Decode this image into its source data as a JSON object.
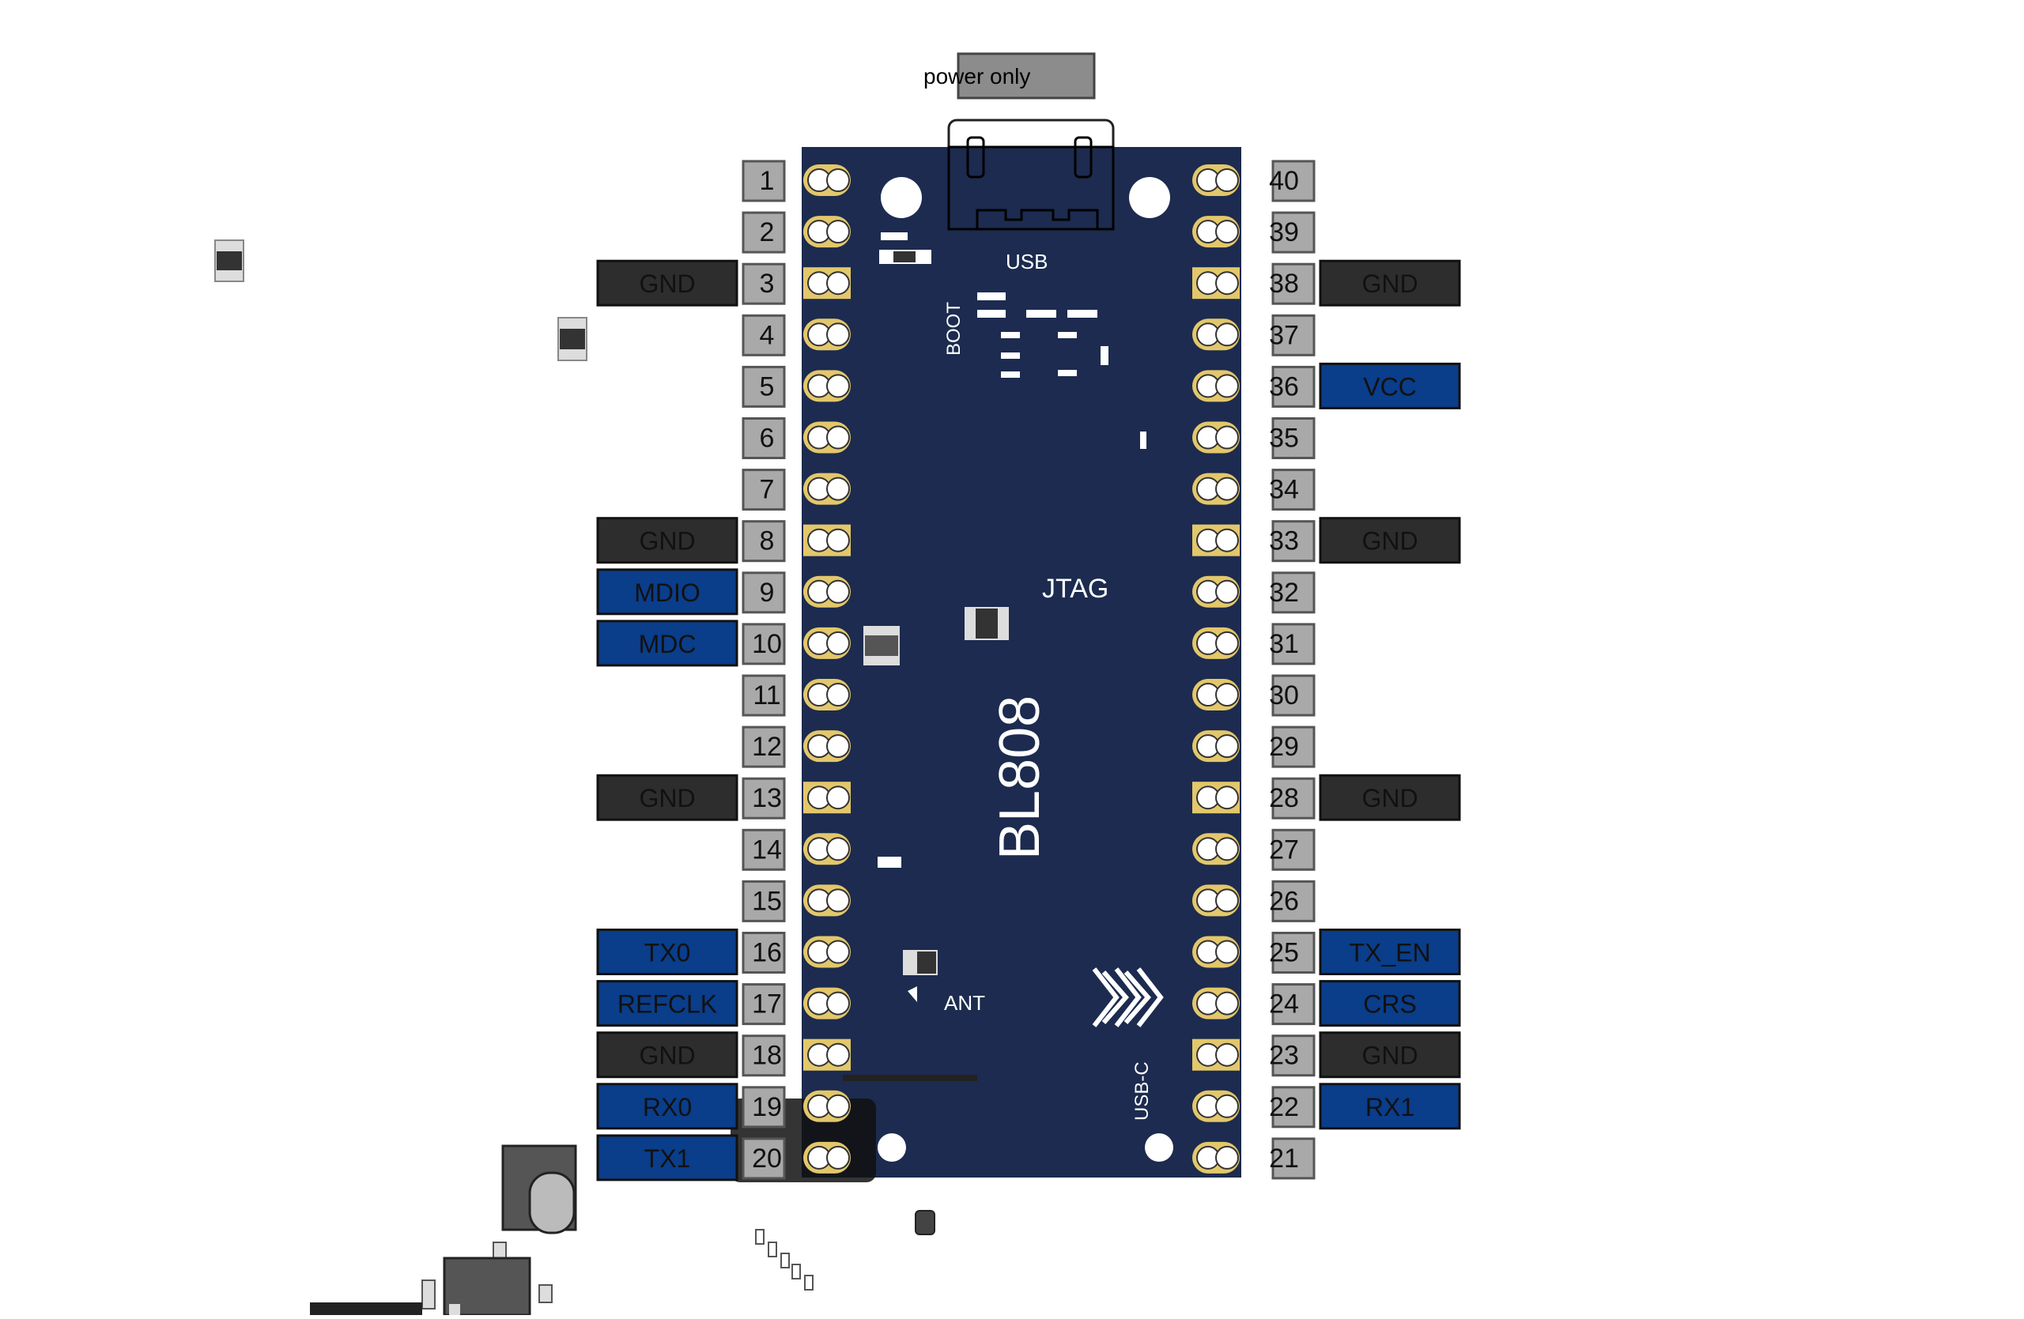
{
  "board": {
    "name": "BL808",
    "labels": {
      "usb": "USB",
      "boot": "BOOT",
      "jtag": "JTAG",
      "ant": "ANT",
      "usbc": "USB-C"
    },
    "power_tag": "power only",
    "colors": {
      "pcb": "#1c2b4f",
      "pad": "#e3c76b",
      "pin_box": "#a9a9a9",
      "gnd": "#2d2d2d",
      "signal": "#0a3d8a"
    }
  },
  "left_pins": [
    {
      "num": "1",
      "label": ""
    },
    {
      "num": "2",
      "label": ""
    },
    {
      "num": "3",
      "label": "GND",
      "kind": "gnd"
    },
    {
      "num": "4",
      "label": ""
    },
    {
      "num": "5",
      "label": ""
    },
    {
      "num": "6",
      "label": ""
    },
    {
      "num": "7",
      "label": ""
    },
    {
      "num": "8",
      "label": "GND",
      "kind": "gnd"
    },
    {
      "num": "9",
      "label": "MDIO",
      "kind": "signal"
    },
    {
      "num": "10",
      "label": "MDC",
      "kind": "signal"
    },
    {
      "num": "11",
      "label": ""
    },
    {
      "num": "12",
      "label": ""
    },
    {
      "num": "13",
      "label": "GND",
      "kind": "gnd"
    },
    {
      "num": "14",
      "label": ""
    },
    {
      "num": "15",
      "label": ""
    },
    {
      "num": "16",
      "label": "TX0",
      "kind": "signal"
    },
    {
      "num": "17",
      "label": "REFCLK",
      "kind": "signal"
    },
    {
      "num": "18",
      "label": "GND",
      "kind": "gnd"
    },
    {
      "num": "19",
      "label": "RX0",
      "kind": "signal"
    },
    {
      "num": "20",
      "label": "TX1",
      "kind": "signal"
    }
  ],
  "right_pins": [
    {
      "num": "40",
      "label": ""
    },
    {
      "num": "39",
      "label": ""
    },
    {
      "num": "38",
      "label": "GND",
      "kind": "gnd"
    },
    {
      "num": "37",
      "label": ""
    },
    {
      "num": "36",
      "label": "VCC",
      "kind": "signal"
    },
    {
      "num": "35",
      "label": ""
    },
    {
      "num": "34",
      "label": ""
    },
    {
      "num": "33",
      "label": "GND",
      "kind": "gnd"
    },
    {
      "num": "32",
      "label": ""
    },
    {
      "num": "31",
      "label": ""
    },
    {
      "num": "30",
      "label": ""
    },
    {
      "num": "29",
      "label": ""
    },
    {
      "num": "28",
      "label": "GND",
      "kind": "gnd"
    },
    {
      "num": "27",
      "label": ""
    },
    {
      "num": "26",
      "label": ""
    },
    {
      "num": "25",
      "label": "TX_EN",
      "kind": "signal"
    },
    {
      "num": "24",
      "label": "CRS",
      "kind": "signal"
    },
    {
      "num": "23",
      "label": "GND",
      "kind": "gnd"
    },
    {
      "num": "22",
      "label": "RX1",
      "kind": "signal"
    },
    {
      "num": "21",
      "label": ""
    }
  ]
}
